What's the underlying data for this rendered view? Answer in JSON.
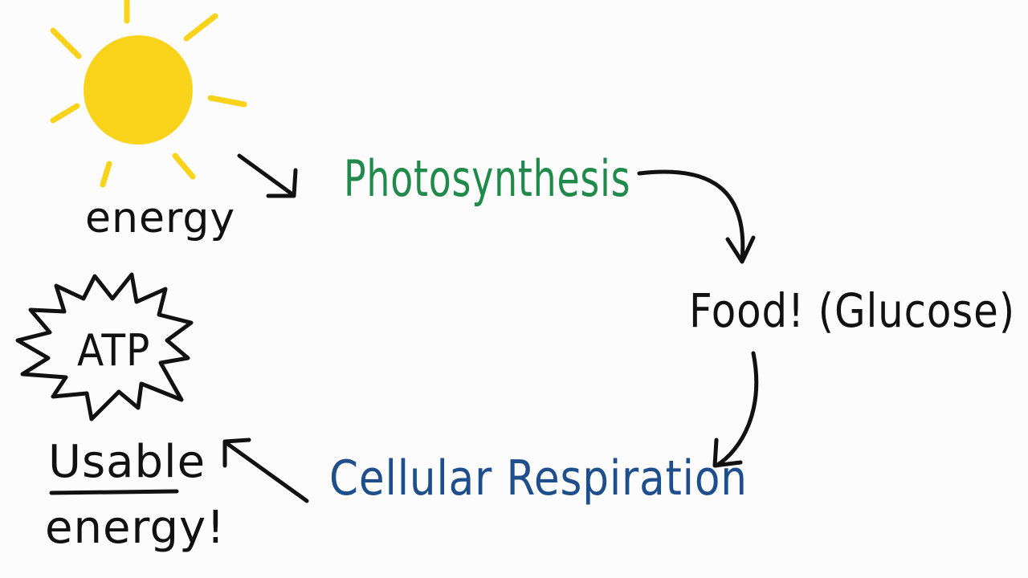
{
  "diagram": {
    "labels": {
      "sun_caption": "energy",
      "photosynthesis": "Photosynthesis",
      "food": "Food! (Glucose)",
      "respiration": "Cellular Respiration",
      "atp": "ATP",
      "usable": "Usable",
      "usable_energy": "energy!"
    },
    "colors": {
      "background": "#fcfcfc",
      "sun": "#f8d31a",
      "photosynthesis": "#1f8a4a",
      "respiration": "#1f4e8c",
      "ink": "#111111"
    },
    "icons": [
      "sun-icon",
      "starburst-icon",
      "arrow-icon"
    ]
  }
}
